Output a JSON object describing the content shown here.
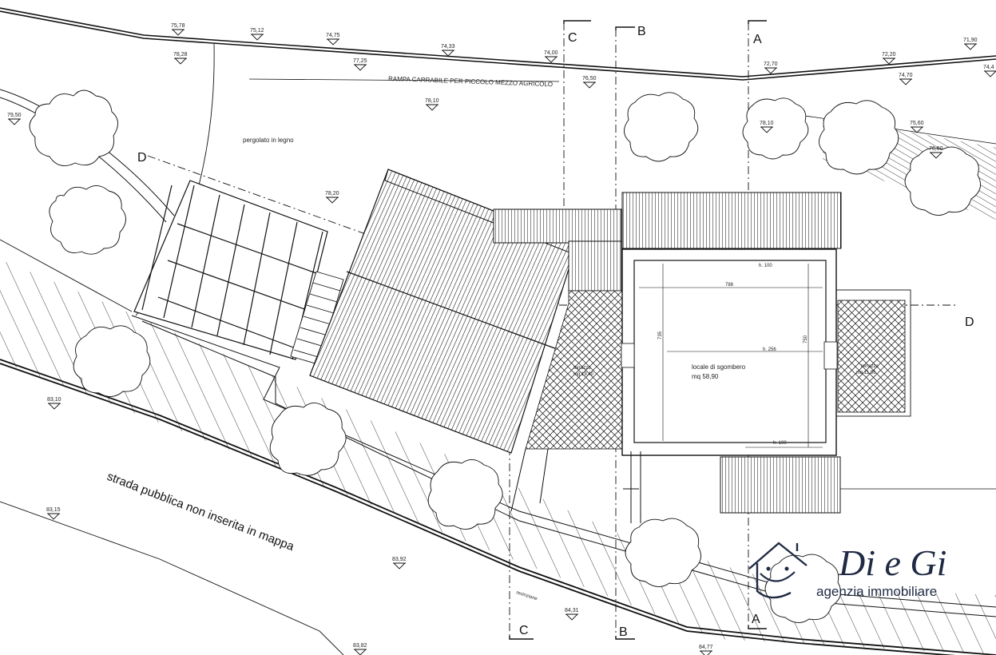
{
  "elevations": [
    "75,78",
    "75,12",
    "74,75",
    "74,33",
    "74,00",
    "71,90",
    "78,28",
    "77,25",
    "72,70",
    "72,20",
    "74,4",
    "74,70",
    "76,50",
    "78,10",
    "79,50",
    "78,10",
    "75,60",
    "76,60",
    "78,20",
    "83,10",
    "83,15",
    "83,92",
    "84,31",
    "83,82",
    "84,77"
  ],
  "labels": {
    "ramp": "RAMPA  CARRABILE PER  PICCOLO MEZZO AGRICOLO",
    "pergola": "pergolato in legno",
    "road": "strada pubblica non inserita in mappa",
    "fence": "recinzione",
    "room_name": "locale di sgombero",
    "room_area": "mq  58,90",
    "terrace_left_name": "terrazzo",
    "terrace_left_area": "mq  19,40",
    "terrace_right_name": "terrazzo",
    "terrace_right_area": "mq  11,86",
    "h_top": "h. 100",
    "h_mid": "h. 256",
    "h_bottom": "h. 100",
    "dim_width": "788",
    "dim_height_left": "735",
    "dim_height_right": "750"
  },
  "sections": {
    "a": "A",
    "b": "B",
    "c": "C",
    "d": "D"
  },
  "logo": {
    "brand": "Di e Gi",
    "sub": "agenzia immobiliare",
    "color": "#1f2a44"
  }
}
